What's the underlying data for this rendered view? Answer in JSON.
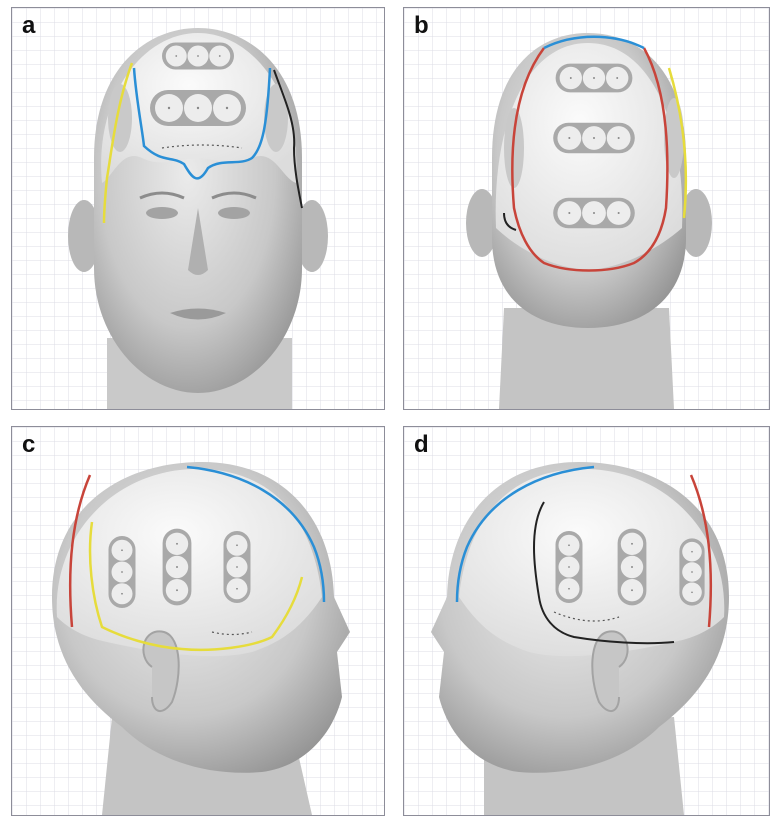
{
  "panels": [
    {
      "id": "a",
      "label": "a",
      "view": "front"
    },
    {
      "id": "b",
      "label": "b",
      "view": "back"
    },
    {
      "id": "c",
      "label": "c",
      "view": "right-side"
    },
    {
      "id": "d",
      "label": "d",
      "view": "left-side"
    }
  ],
  "colors": {
    "grid": "#dcdce6",
    "skin_light": "#e9e9e9",
    "skin_mid": "#bdbdbd",
    "skin_dark": "#8f8f8f",
    "cap": "#f4f4f4",
    "electrode_pad": "#a9a9a9",
    "electrode_ring": "#ededed",
    "outline_blue": "#2a8fd6",
    "outline_yellow": "#e6dc3c",
    "outline_red": "#c8443a",
    "outline_black": "#222222"
  }
}
